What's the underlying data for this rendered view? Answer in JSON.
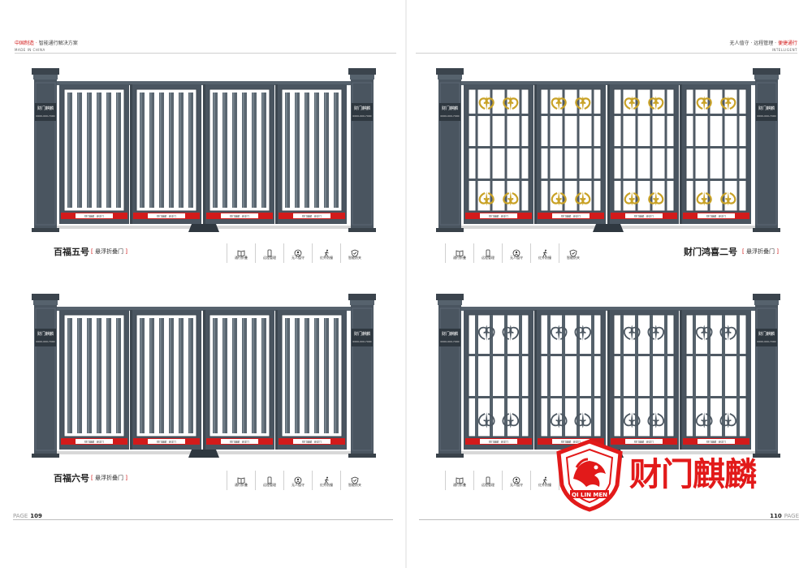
{
  "header": {
    "left_line1": "中国制造 ·",
    "left_line1_b": " 智能通行解决方案",
    "left_line2": "MADE IN CHINA",
    "right_line1": "无人值守 · 远程管理 · ",
    "right_line1_b": "便捷通行",
    "right_line2": "INTELLIGENT"
  },
  "products": [
    {
      "title": "百福五号",
      "subtitle": "悬浮折叠门",
      "infill": "bars"
    },
    {
      "title": "财门鸿喜二号",
      "subtitle": "悬浮折叠门",
      "infill": "gold-scroll"
    },
    {
      "title": "百福六号",
      "subtitle": "悬浮折叠门",
      "infill": "bars"
    },
    {
      "title": "",
      "subtitle": "",
      "infill": "iron-scroll"
    }
  ],
  "features": [
    "通行折叠",
    "远程管理",
    "无人值守",
    "红外防撞",
    "智能防夹"
  ],
  "gate_sign": {
    "brand": "财门麒麟",
    "phone": "0000-000-7000"
  },
  "gate_strip_label": "财门麒麟 · 悬浮门",
  "footer": {
    "page_left_label": "PAGE",
    "page_left_num": "109",
    "page_right_num": "110",
    "page_right_label": "PAGE"
  },
  "watermark": {
    "brand": "财门麒麟",
    "badge_text": "QI LIN MEN"
  },
  "colors": {
    "gate": "#4a5560",
    "accent": "#d21b1b",
    "gold": "#c9a227"
  }
}
